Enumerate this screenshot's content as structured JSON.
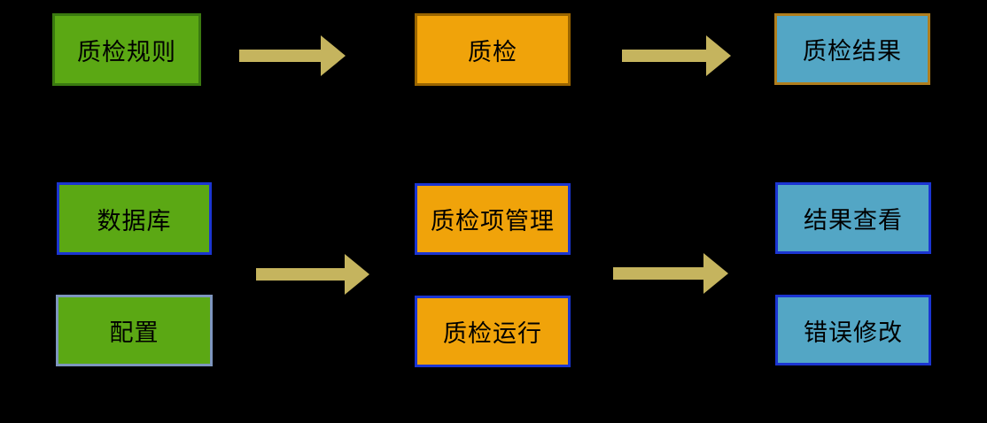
{
  "diagram": {
    "colors": {
      "background": "#000000",
      "arrow": "#C5B45E",
      "green_fill": "#5BA814",
      "green_border": "#3A7A10",
      "orange_fill": "#F0A30A",
      "orange_border": "#9A6500",
      "blue_fill": "#53A6C5",
      "tan_border": "#B07E1E",
      "blue_border": "#1B35D2",
      "slate_border": "#7E96BE",
      "text": "#000000"
    },
    "nodes": {
      "qc_rules": {
        "label": "质检规则"
      },
      "qc": {
        "label": "质检"
      },
      "qc_results": {
        "label": "质检结果"
      },
      "database": {
        "label": "数据库"
      },
      "config": {
        "label": "配置"
      },
      "qc_item_mgmt": {
        "label": "质检项管理"
      },
      "qc_run": {
        "label": "质检运行"
      },
      "result_view": {
        "label": "结果查看"
      },
      "error_fix": {
        "label": "错误修改"
      }
    }
  }
}
